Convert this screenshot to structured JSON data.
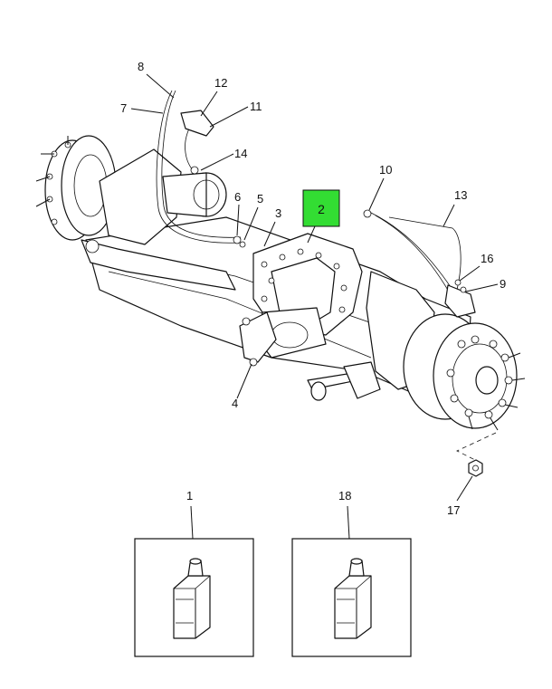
{
  "callouts": {
    "c1": "1",
    "c2": "2",
    "c3": "3",
    "c4": "4",
    "c5": "5",
    "c6": "6",
    "c7": "7",
    "c8": "8",
    "c9": "9",
    "c10": "10",
    "c11": "11",
    "c12": "12",
    "c13": "13",
    "c14": "14",
    "c16": "16",
    "c17": "17",
    "c18": "18"
  },
  "colors": {
    "highlight": "#33dd33",
    "line": "#111111",
    "fill": "#ffffff"
  }
}
